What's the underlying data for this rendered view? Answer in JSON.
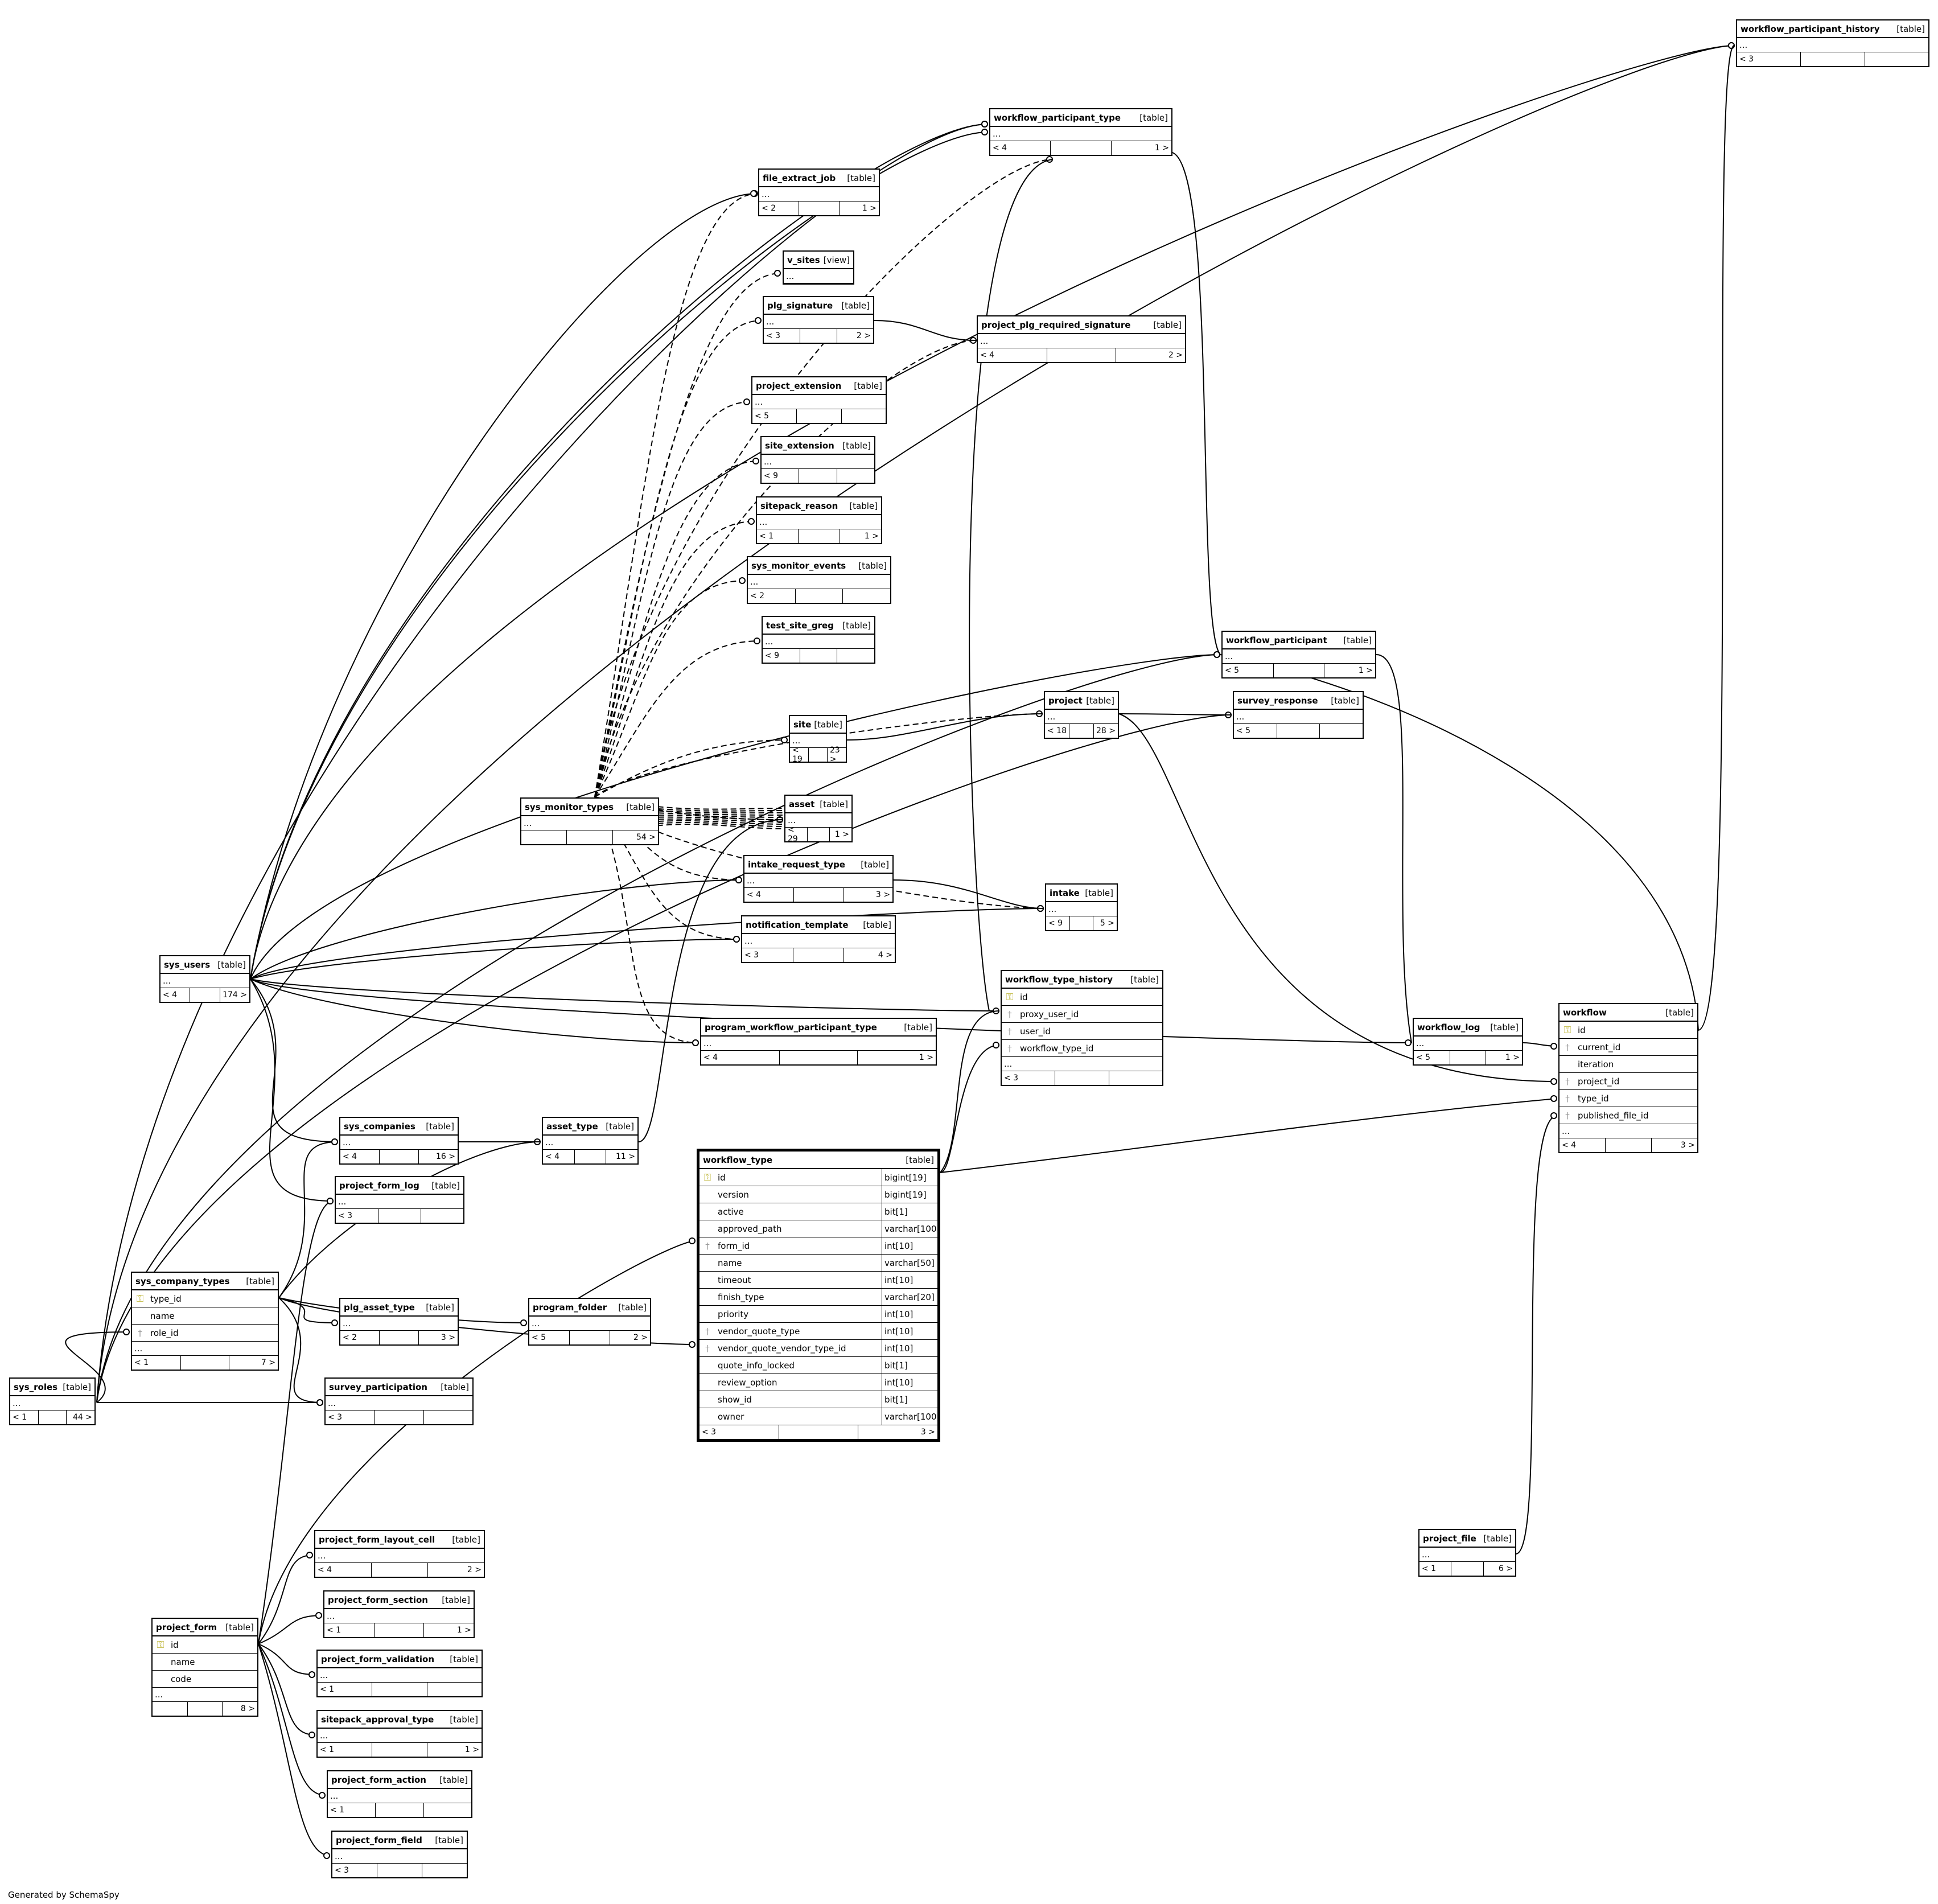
{
  "generated_by": "Generated by SchemaSpy",
  "tables": [
    {
      "id": "workflow_participant_history",
      "name": "workflow_participant_history",
      "kind": "[table]",
      "more": "...",
      "left": "< 3",
      "right": ""
    },
    {
      "id": "workflow_participant_type",
      "name": "workflow_participant_type",
      "kind": "[table]",
      "more": "...",
      "left": "< 4",
      "right": "1 >"
    },
    {
      "id": "file_extract_job",
      "name": "file_extract_job",
      "kind": "[table]",
      "more": "...",
      "left": "< 2",
      "right": "1 >"
    },
    {
      "id": "v_sites",
      "name": "v_sites",
      "kind": "[view]",
      "more": "..."
    },
    {
      "id": "plg_signature",
      "name": "plg_signature",
      "kind": "[table]",
      "more": "...",
      "left": "< 3",
      "right": "2 >"
    },
    {
      "id": "project_plg_required_signature",
      "name": "project_plg_required_signature",
      "kind": "[table]",
      "more": "...",
      "left": "< 4",
      "right": "2 >"
    },
    {
      "id": "project_extension",
      "name": "project_extension",
      "kind": "[table]",
      "more": "...",
      "left": "< 5",
      "right": ""
    },
    {
      "id": "site_extension",
      "name": "site_extension",
      "kind": "[table]",
      "more": "...",
      "left": "< 9",
      "right": ""
    },
    {
      "id": "sitepack_reason",
      "name": "sitepack_reason",
      "kind": "[table]",
      "more": "...",
      "left": "< 1",
      "right": "1 >"
    },
    {
      "id": "sys_monitor_events",
      "name": "sys_monitor_events",
      "kind": "[table]",
      "more": "...",
      "left": "< 2",
      "right": ""
    },
    {
      "id": "test_site_greg",
      "name": "test_site_greg",
      "kind": "[table]",
      "more": "...",
      "left": "< 9",
      "right": ""
    },
    {
      "id": "workflow_participant",
      "name": "workflow_participant",
      "kind": "[table]",
      "more": "...",
      "left": "< 5",
      "right": "1 >"
    },
    {
      "id": "project",
      "name": "project",
      "kind": "[table]",
      "more": "...",
      "left": "< 18",
      "right": "28 >"
    },
    {
      "id": "survey_response",
      "name": "survey_response",
      "kind": "[table]",
      "more": "...",
      "left": "< 5",
      "right": ""
    },
    {
      "id": "site",
      "name": "site",
      "kind": "[table]",
      "more": "...",
      "left": "< 19",
      "right": "23 >"
    },
    {
      "id": "sys_monitor_types",
      "name": "sys_monitor_types",
      "kind": "[table]",
      "more": "...",
      "left": "",
      "right": "54 >"
    },
    {
      "id": "asset",
      "name": "asset",
      "kind": "[table]",
      "more": "...",
      "left": "< 29",
      "right": "1 >"
    },
    {
      "id": "intake_request_type",
      "name": "intake_request_type",
      "kind": "[table]",
      "more": "...",
      "left": "< 4",
      "right": "3 >"
    },
    {
      "id": "intake",
      "name": "intake",
      "kind": "[table]",
      "more": "...",
      "left": "< 9",
      "right": "5 >"
    },
    {
      "id": "notification_template",
      "name": "notification_template",
      "kind": "[table]",
      "more": "...",
      "left": "< 3",
      "right": "4 >"
    },
    {
      "id": "sys_users",
      "name": "sys_users",
      "kind": "[table]",
      "more": "...",
      "left": "< 4",
      "right": "174 >"
    },
    {
      "id": "workflow_type_history",
      "name": "workflow_type_history",
      "kind": "[table]",
      "cols": [
        {
          "k": "pk",
          "n": "id"
        },
        {
          "k": "fk",
          "n": "proxy_user_id"
        },
        {
          "k": "fk",
          "n": "user_id"
        },
        {
          "k": "fk",
          "n": "workflow_type_id"
        }
      ],
      "more": "...",
      "left": "< 3",
      "right": ""
    },
    {
      "id": "workflow_log",
      "name": "workflow_log",
      "kind": "[table]",
      "more": "...",
      "left": "< 5",
      "right": "1 >"
    },
    {
      "id": "workflow",
      "name": "workflow",
      "kind": "[table]",
      "cols": [
        {
          "k": "pk",
          "n": "id"
        },
        {
          "k": "fk",
          "n": "current_id"
        },
        {
          "k": "",
          "n": "iteration"
        },
        {
          "k": "fk",
          "n": "project_id"
        },
        {
          "k": "fk",
          "n": "type_id"
        },
        {
          "k": "fk",
          "n": "published_file_id"
        }
      ],
      "more": "...",
      "left": "< 4",
      "right": "3 >"
    },
    {
      "id": "program_workflow_participant_type",
      "name": "program_workflow_participant_type",
      "kind": "[table]",
      "more": "...",
      "left": "< 4",
      "right": "1 >"
    },
    {
      "id": "sys_companies",
      "name": "sys_companies",
      "kind": "[table]",
      "more": "...",
      "left": "< 4",
      "right": "16 >"
    },
    {
      "id": "asset_type",
      "name": "asset_type",
      "kind": "[table]",
      "more": "...",
      "left": "< 4",
      "right": "11 >"
    },
    {
      "id": "project_form_log",
      "name": "project_form_log",
      "kind": "[table]",
      "more": "...",
      "left": "< 3",
      "right": ""
    },
    {
      "id": "sys_company_types",
      "name": "sys_company_types",
      "kind": "[table]",
      "cols": [
        {
          "k": "pk",
          "n": "type_id"
        },
        {
          "k": "",
          "n": "name"
        },
        {
          "k": "fk",
          "n": "role_id"
        }
      ],
      "more": "...",
      "left": "< 1",
      "right": "7 >"
    },
    {
      "id": "plg_asset_type",
      "name": "plg_asset_type",
      "kind": "[table]",
      "more": "...",
      "left": "< 2",
      "right": "3 >"
    },
    {
      "id": "program_folder",
      "name": "program_folder",
      "kind": "[table]",
      "more": "...",
      "left": "< 5",
      "right": "2 >"
    },
    {
      "id": "sys_roles",
      "name": "sys_roles",
      "kind": "[table]",
      "more": "...",
      "left": "< 1",
      "right": "44 >"
    },
    {
      "id": "survey_participation",
      "name": "survey_participation",
      "kind": "[table]",
      "more": "...",
      "left": "< 3",
      "right": ""
    },
    {
      "id": "workflow_type",
      "name": "workflow_type",
      "kind": "[table]",
      "cols": [
        {
          "k": "pk",
          "n": "id",
          "t": "bigint[19]"
        },
        {
          "k": "",
          "n": "version",
          "t": "bigint[19]"
        },
        {
          "k": "",
          "n": "active",
          "t": "bit[1]"
        },
        {
          "k": "",
          "n": "approved_path",
          "t": "varchar[100]"
        },
        {
          "k": "fk",
          "n": "form_id",
          "t": "int[10]"
        },
        {
          "k": "",
          "n": "name",
          "t": "varchar[50]"
        },
        {
          "k": "",
          "n": "timeout",
          "t": "int[10]"
        },
        {
          "k": "",
          "n": "finish_type",
          "t": "varchar[20]"
        },
        {
          "k": "",
          "n": "priority",
          "t": "int[10]"
        },
        {
          "k": "fk",
          "n": "vendor_quote_type",
          "t": "int[10]"
        },
        {
          "k": "fk",
          "n": "vendor_quote_vendor_type_id",
          "t": "int[10]"
        },
        {
          "k": "",
          "n": "quote_info_locked",
          "t": "bit[1]"
        },
        {
          "k": "",
          "n": "review_option",
          "t": "int[10]"
        },
        {
          "k": "",
          "n": "show_id",
          "t": "bit[1]"
        },
        {
          "k": "",
          "n": "owner",
          "t": "varchar[100]"
        }
      ],
      "left": "< 3",
      "right": "3 >"
    },
    {
      "id": "project_file",
      "name": "project_file",
      "kind": "[table]",
      "more": "...",
      "left": "< 1",
      "right": "6 >"
    },
    {
      "id": "project_form_layout_cell",
      "name": "project_form_layout_cell",
      "kind": "[table]",
      "more": "...",
      "left": "< 4",
      "right": "2 >"
    },
    {
      "id": "project_form_section",
      "name": "project_form_section",
      "kind": "[table]",
      "more": "...",
      "left": "< 1",
      "right": "1 >"
    },
    {
      "id": "project_form",
      "name": "project_form",
      "kind": "[table]",
      "cols": [
        {
          "k": "pk",
          "n": "id"
        },
        {
          "k": "",
          "n": "name"
        },
        {
          "k": "",
          "n": "code"
        }
      ],
      "more": "...",
      "left": "",
      "right": "8 >"
    },
    {
      "id": "project_form_validation",
      "name": "project_form_validation",
      "kind": "[table]",
      "more": "...",
      "left": "< 1",
      "right": ""
    },
    {
      "id": "sitepack_approval_type",
      "name": "sitepack_approval_type",
      "kind": "[table]",
      "more": "...",
      "left": "< 1",
      "right": "1 >"
    },
    {
      "id": "project_form_action",
      "name": "project_form_action",
      "kind": "[table]",
      "more": "...",
      "left": "< 1",
      "right": ""
    },
    {
      "id": "project_form_field",
      "name": "project_form_field",
      "kind": "[table]",
      "more": "...",
      "left": "< 3",
      "right": ""
    }
  ]
}
